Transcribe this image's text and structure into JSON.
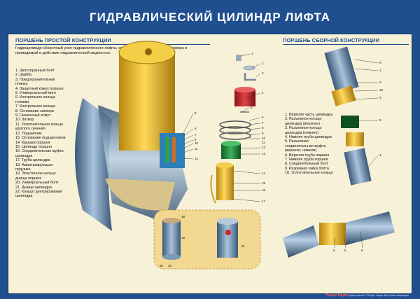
{
  "title": "ГИДРАВЛИЧЕСКИЙ ЦИЛИНДР ЛИФТА",
  "left_section": {
    "heading": "ПОРШЕНЬ ПРОСТОЙ КОНСТРУКЦИИ",
    "description": "Гидроцилиндр-сборочный узел гидравлического лифта, состоящий из цилиндра и плунжера и приводимый в действие гидравлической жидкостью",
    "legend": [
      "1. Шестигранный болт",
      "2. Шайба",
      "3. Предохранительная планка",
      "4. Защитный кожух поршня",
      "5. Универсальный винт",
      "6. Контрольное кольцо головки",
      "7. Контрольное кольцо",
      "8. Основание затвора",
      "9. Смазочный хомут",
      "10. Затвор",
      "11. Уплотнительное кольцо круглого сечения",
      "12. Подшипник",
      "13. Основание подшипников",
      "14. Крышка поршня",
      "15. Цилиндр поршня",
      "16. Соединительная муфта цилиндра",
      "17. Труба цилиндра",
      "18. Амортизирующая подушка",
      "19. Эластичное кольцо днища поршня",
      "20. Универсальный болт",
      "21. Днище цилиндра",
      "22. Кольцо центрирования цилиндра"
    ]
  },
  "right_section": {
    "heading": "ПОРШЕНЬ СБОРНОЙ КОНСТРУКЦИИ",
    "legend": [
      "1. Верхняя часть цилиндра",
      "2. Разъемное кольцо цилиндра (верхнее)",
      "3. Разъемное кольцо цилиндра (нижнее)",
      "4. Нижняя труба цилиндра",
      "5. Разъемная соединительная муфта (верхняя, нижняя)",
      "6. Верхняя труба поршня",
      "7. Нижняя труба поршня",
      "8. Соединительный болт",
      "9. Разрезная гайка болта",
      "10. Уплотнительное кольцо"
    ]
  },
  "callouts": {
    "main": [
      "9",
      "6",
      "7",
      "8",
      "10",
      "11",
      "12"
    ],
    "exploded": [
      "1",
      "2",
      "3",
      "4",
      "5",
      "6",
      "7",
      "8",
      "9",
      "10",
      "11",
      "12",
      "13",
      "14",
      "15",
      "16",
      "17"
    ],
    "bottom": [
      "18",
      "19",
      "20",
      "22",
      "21"
    ],
    "right_top": [
      "9",
      "1",
      "2",
      "10",
      "3",
      "8",
      "4"
    ],
    "right_bottom": [
      "5",
      "6",
      "9"
    ]
  },
  "footer": {
    "brand": "Пьеро Наука",
    "imprint": "Издательство: © Пьеро Наука. Все права защищены"
  },
  "colors": {
    "frame": "#1f4f8f",
    "panel": "#f7f1d8",
    "gold": "#e3b524",
    "steel": "#6f8fb0",
    "red": "#c9282a",
    "green": "#1f8a3a"
  }
}
